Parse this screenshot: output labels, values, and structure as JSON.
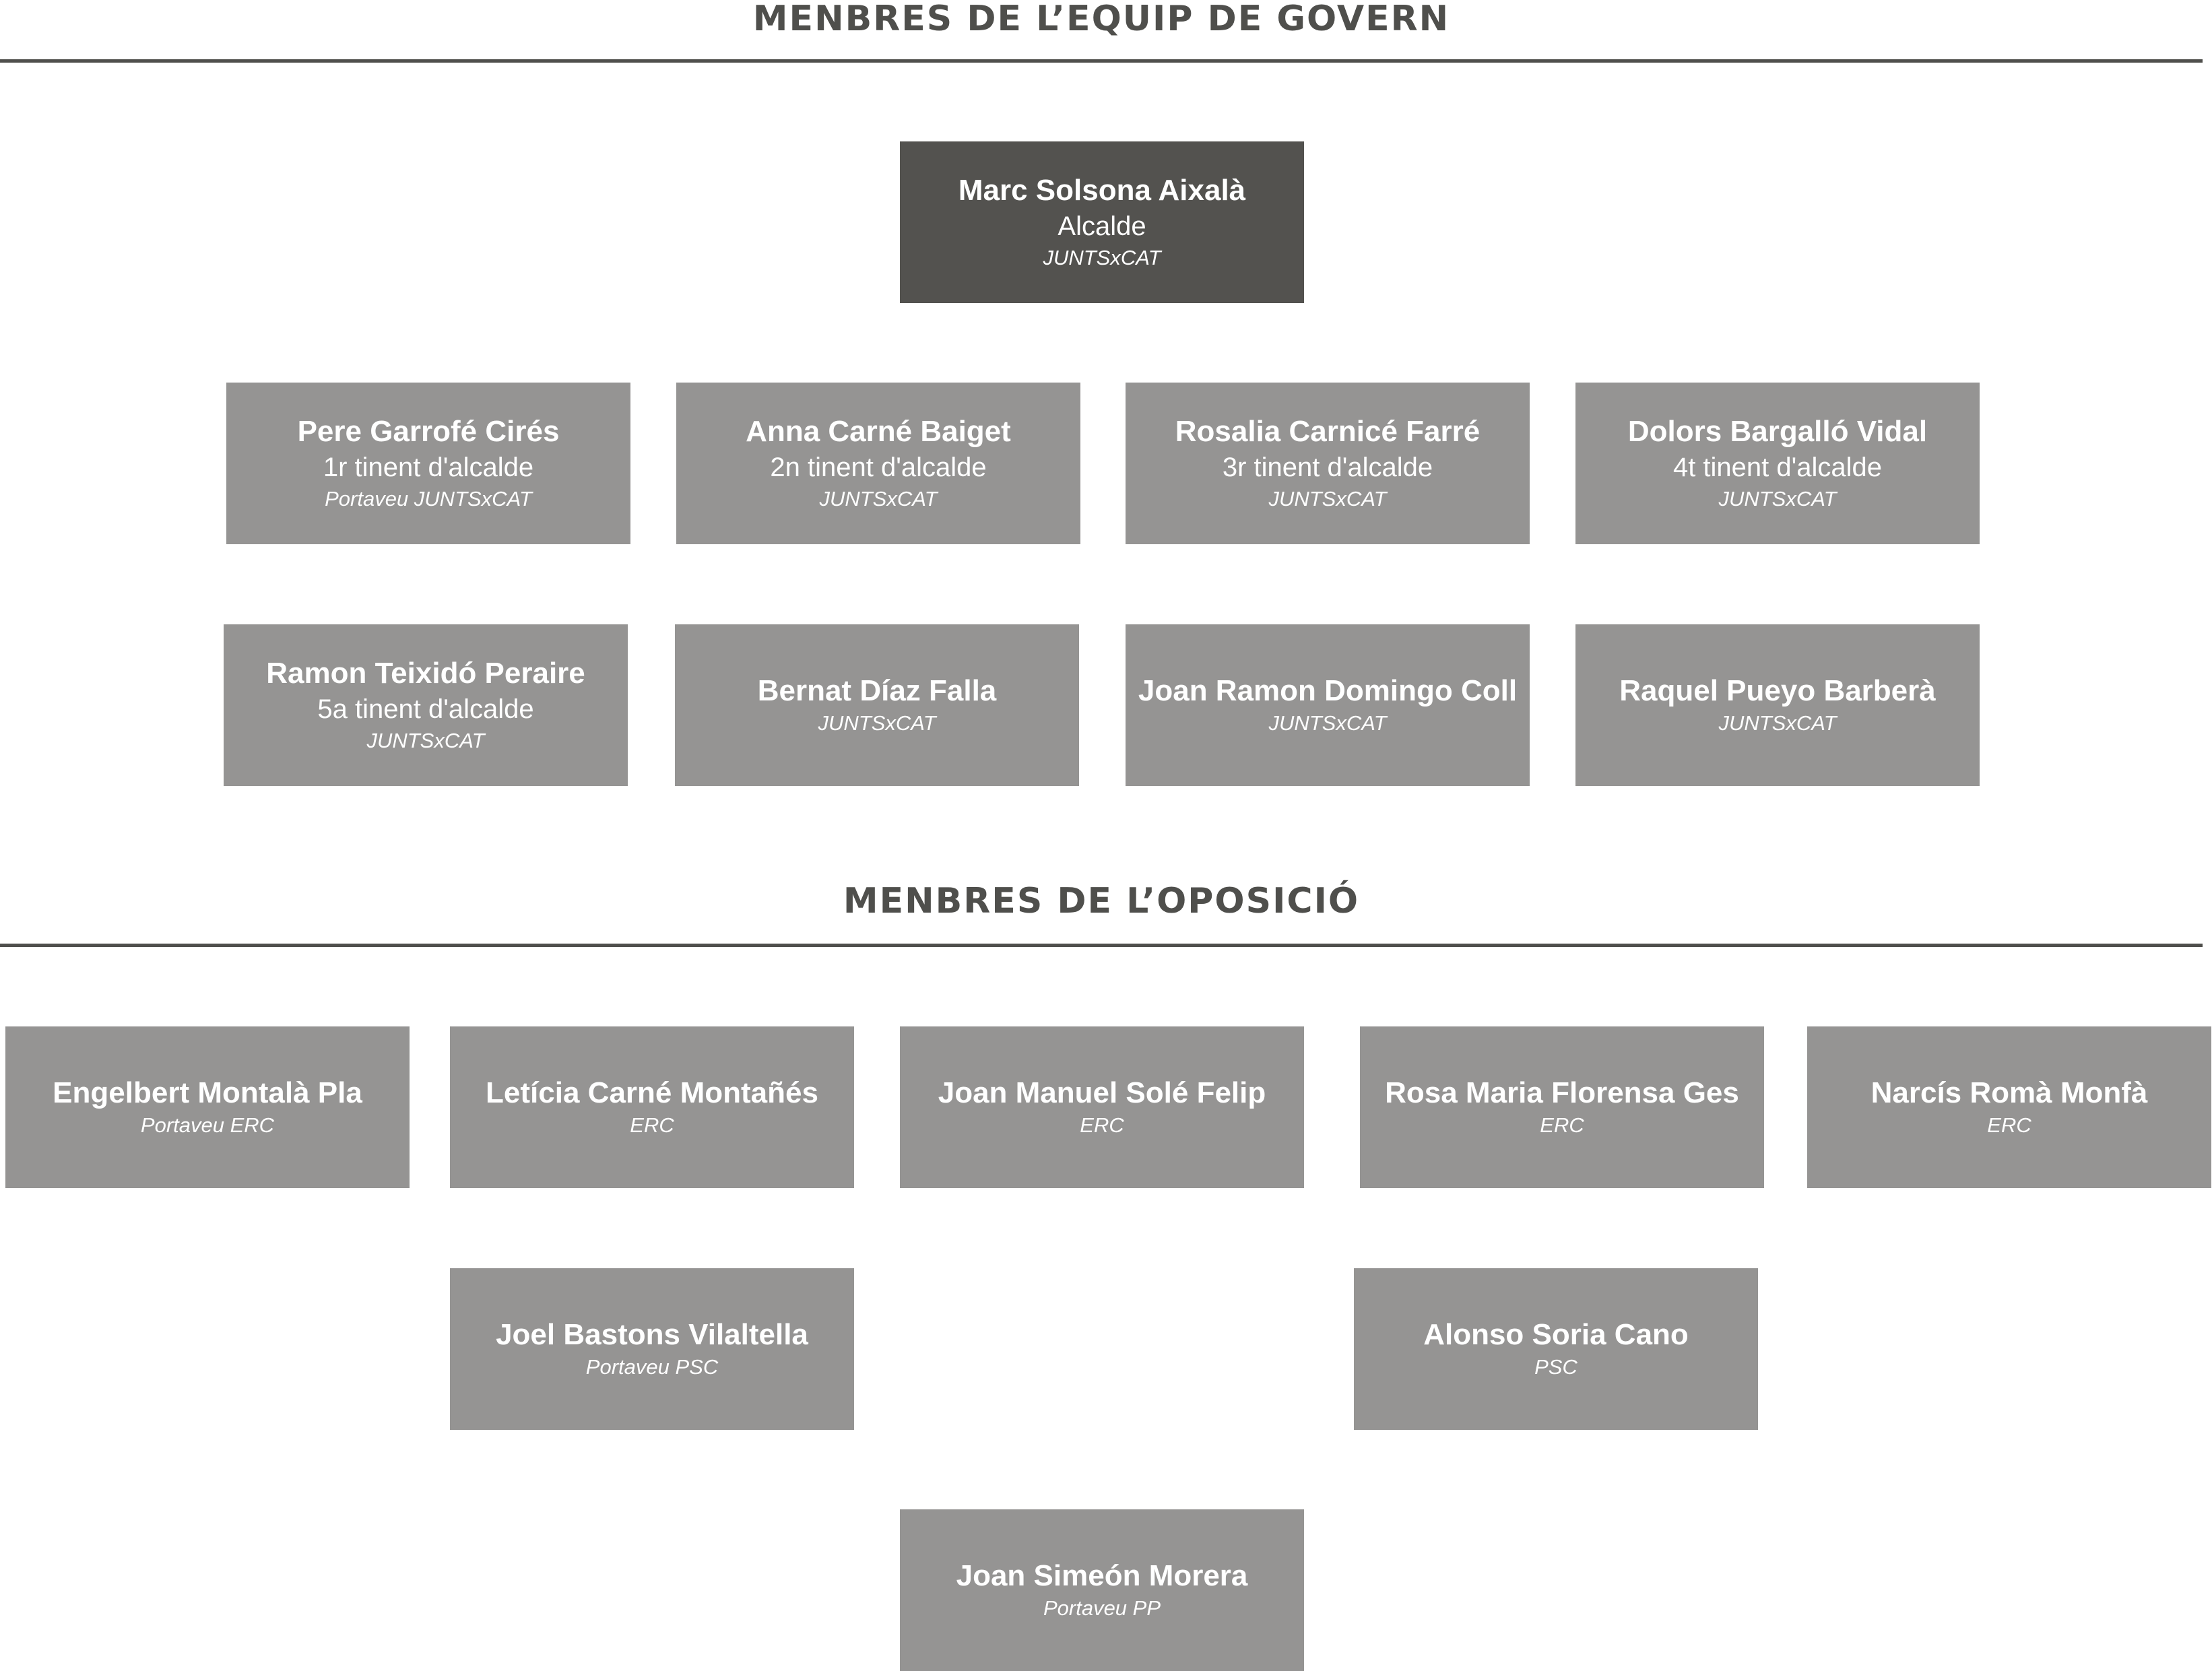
{
  "govern": {
    "title": "MENBRES DE L’EQUIP DE GOVERN",
    "alcalde": {
      "name": "Marc  Solsona Aixalà",
      "role": "Alcalde",
      "party": "JUNTSxCAT"
    },
    "members": [
      {
        "name": "Pere Garrofé Cirés",
        "role": "1r tinent d'alcalde",
        "party": "Portaveu JUNTSxCAT"
      },
      {
        "name": "Anna Carné Baiget",
        "role": "2n tinent d'alcalde",
        "party": "JUNTSxCAT"
      },
      {
        "name": "Rosalia Carnicé Farré",
        "role": "3r tinent d'alcalde",
        "party": "JUNTSxCAT"
      },
      {
        "name": "Dolors Bargalló Vidal",
        "role": "4t tinent d'alcalde",
        "party": "JUNTSxCAT"
      },
      {
        "name": "Ramon Teixidó Peraire",
        "role": "5a tinent d'alcalde",
        "party": "JUNTSxCAT"
      },
      {
        "name": "Bernat Díaz Falla",
        "party": "JUNTSxCAT"
      },
      {
        "name": "Joan Ramon Domingo Coll",
        "party": "JUNTSxCAT"
      },
      {
        "name": "Raquel Pueyo Barberà",
        "party": "JUNTSxCAT"
      }
    ]
  },
  "oposicio": {
    "title": "MENBRES DE L’OPOSICIÓ",
    "members": [
      {
        "name": "Engelbert Montalà Pla",
        "party": "Portaveu  ERC"
      },
      {
        "name": "Letícia Carné Montañés",
        "party": "ERC"
      },
      {
        "name": "Joan Manuel Solé Felip",
        "party": "ERC"
      },
      {
        "name": "Rosa Maria Florensa Ges",
        "party": "ERC"
      },
      {
        "name": "Narcís Romà Monfà",
        "party": "ERC"
      },
      {
        "name": "Joel Bastons Vilaltella",
        "party": "Portaveu PSC"
      },
      {
        "name": "Alonso Soria Cano",
        "party": "PSC"
      },
      {
        "name": "Joan Simeón Morera",
        "party": "Portaveu PP"
      }
    ]
  }
}
